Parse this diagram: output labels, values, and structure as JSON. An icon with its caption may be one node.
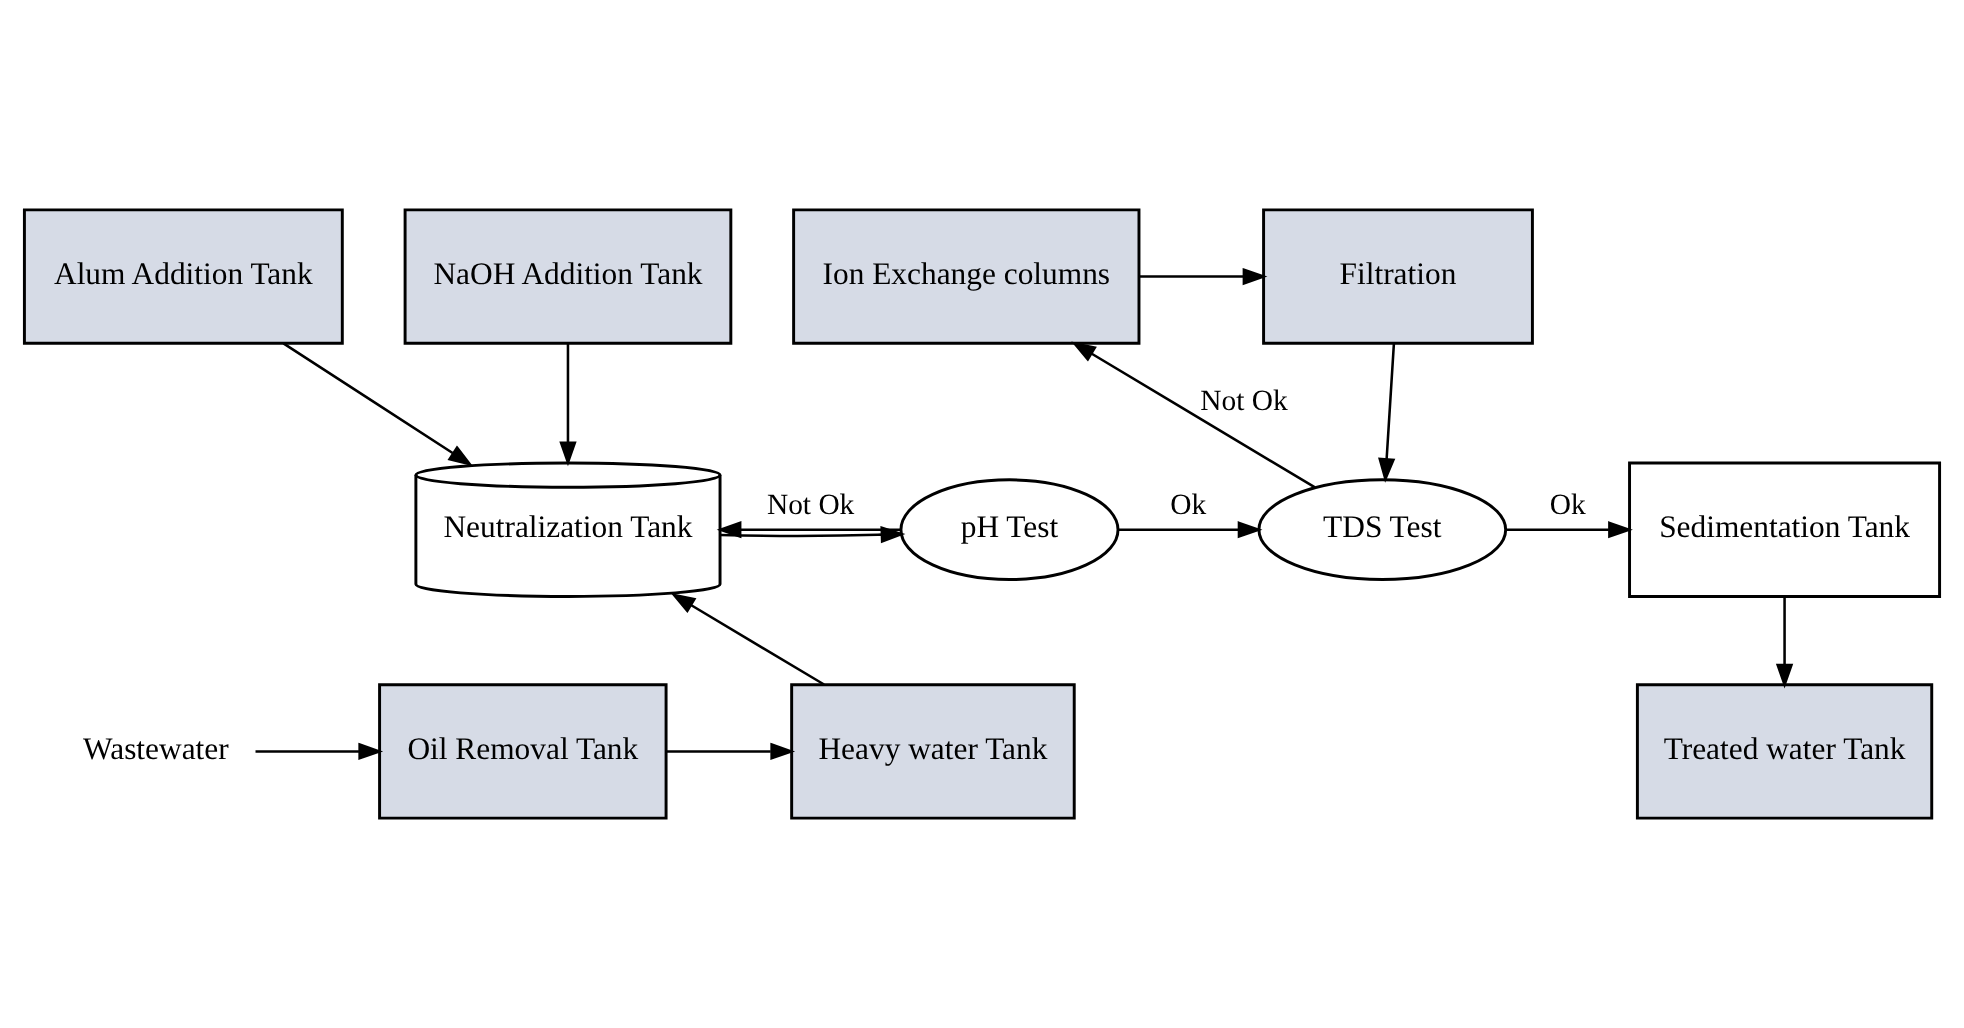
{
  "diagram": {
    "nodes": [
      {
        "text": [
          "Alum Addition Tank"
        ]
      },
      {
        "text": [
          "NaOH Addition Tank"
        ]
      },
      {
        "text": [
          "Ion Exchange columns"
        ]
      },
      {
        "text": [
          "Filtration"
        ]
      },
      {
        "text": [
          "Neutralization Tank"
        ]
      },
      {
        "text": [
          "pH Test"
        ]
      },
      {
        "text": [
          "TDS Test"
        ]
      },
      {
        "text": [
          "Sedimentation Tank"
        ]
      },
      {
        "text": [
          "Wastewater"
        ]
      },
      {
        "text": [
          "Oil Removal Tank"
        ]
      },
      {
        "text": [
          "Heavy water Tank"
        ]
      },
      {
        "text": [
          "Treated water Tank"
        ]
      }
    ],
    "edges": [
      {
        "from": 0,
        "to": 4,
        "arrow": "to"
      },
      {
        "from": 1,
        "to": 4,
        "arrow": "to"
      },
      {
        "from": 2,
        "to": 3,
        "arrow": "to"
      },
      {
        "from": 3,
        "to": 6,
        "arrow": "to"
      },
      {
        "from": 6,
        "to": 2,
        "arrow": "to",
        "label": "Not Ok"
      },
      {
        "from": 5,
        "to": 4,
        "arrow": "to",
        "label": "Not Ok"
      },
      {
        "from": 4,
        "to": 5,
        "arrow": "to"
      },
      {
        "from": 5,
        "to": 6,
        "arrow": "to",
        "label": "Ok"
      },
      {
        "from": 6,
        "to": 7,
        "arrow": "to",
        "label": "Ok"
      },
      {
        "from": 7,
        "to": 11,
        "arrow": "to"
      },
      {
        "from": 8,
        "to": 9,
        "arrow": "to"
      },
      {
        "from": 9,
        "to": 10,
        "arrow": "to"
      },
      {
        "from": 10,
        "to": 4,
        "arrow": "to"
      }
    ]
  }
}
